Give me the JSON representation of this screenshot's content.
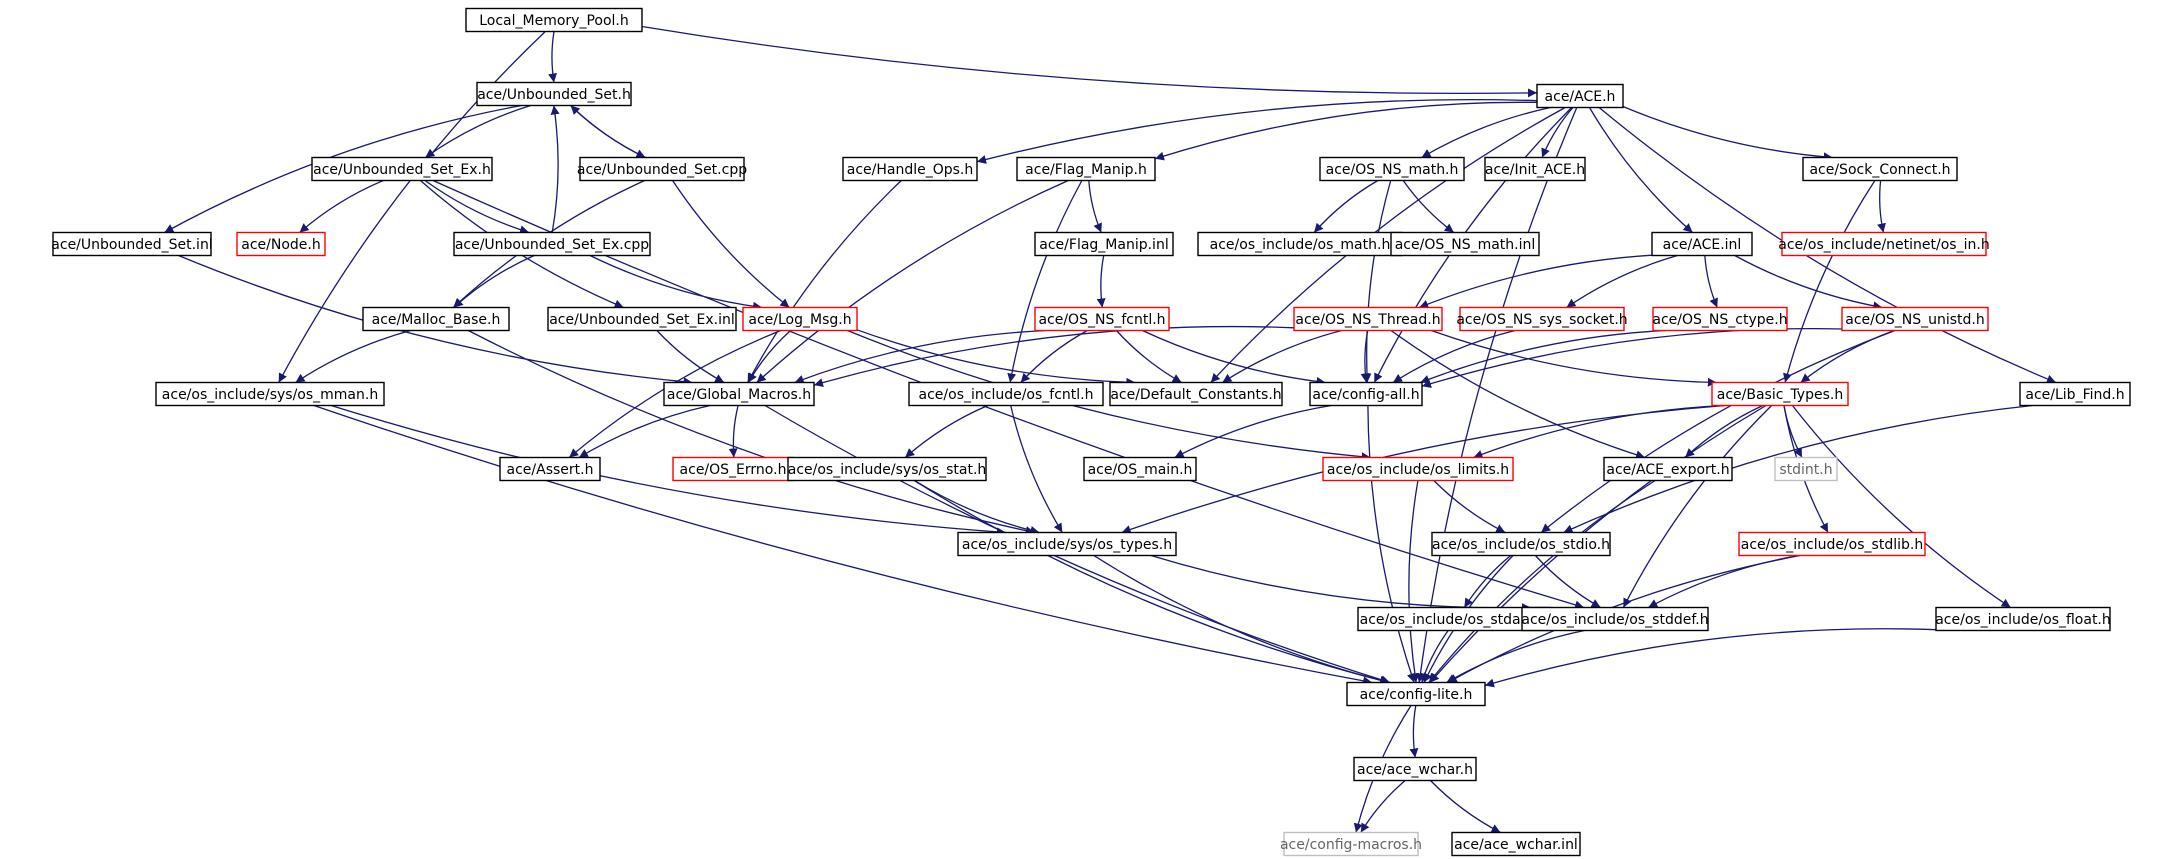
{
  "colors": {
    "edge": "#191970",
    "node_border_normal": "#000000",
    "node_border_incomplete": "#ff0000",
    "node_border_external": "#bfbfbf",
    "node_fill_root": "#bfbfbf",
    "node_fill": "#ffffff",
    "text": "#000000",
    "text_external": "#666666"
  },
  "graph": {
    "nodes": [
      {
        "id": "root",
        "label": "Local_Memory_Pool.h",
        "kind": "root"
      },
      {
        "id": "unbset",
        "label": "ace/Unbounded_Set.h",
        "kind": "normal"
      },
      {
        "id": "ace",
        "label": "ace/ACE.h",
        "kind": "normal"
      },
      {
        "id": "unbsetex",
        "label": "ace/Unbounded_Set_Ex.h",
        "kind": "normal"
      },
      {
        "id": "unbsetcpp",
        "label": "ace/Unbounded_Set.cpp",
        "kind": "normal"
      },
      {
        "id": "handleops",
        "label": "ace/Handle_Ops.h",
        "kind": "normal"
      },
      {
        "id": "flagmanip",
        "label": "ace/Flag_Manip.h",
        "kind": "normal"
      },
      {
        "id": "osnsmath",
        "label": "ace/OS_NS_math.h",
        "kind": "normal"
      },
      {
        "id": "initace",
        "label": "ace/Init_ACE.h",
        "kind": "normal"
      },
      {
        "id": "sockconnect",
        "label": "ace/Sock_Connect.h",
        "kind": "normal"
      },
      {
        "id": "unbsetinl",
        "label": "ace/Unbounded_Set.inl",
        "kind": "normal"
      },
      {
        "id": "node",
        "label": "ace/Node.h",
        "kind": "incomplete"
      },
      {
        "id": "unbsetexcpp",
        "label": "ace/Unbounded_Set_Ex.cpp",
        "kind": "normal"
      },
      {
        "id": "flagmanipinl",
        "label": "ace/Flag_Manip.inl",
        "kind": "normal"
      },
      {
        "id": "osmath",
        "label": "ace/os_include/os_math.h",
        "kind": "normal"
      },
      {
        "id": "osnsmathinl",
        "label": "ace/OS_NS_math.inl",
        "kind": "normal"
      },
      {
        "id": "aceinl",
        "label": "ace/ACE.inl",
        "kind": "normal"
      },
      {
        "id": "osin",
        "label": "ace/os_include/netinet/os_in.h",
        "kind": "incomplete"
      },
      {
        "id": "mallocbase",
        "label": "ace/Malloc_Base.h",
        "kind": "normal"
      },
      {
        "id": "unbsetexinl",
        "label": "ace/Unbounded_Set_Ex.inl",
        "kind": "normal"
      },
      {
        "id": "logmsg",
        "label": "ace/Log_Msg.h",
        "kind": "incomplete"
      },
      {
        "id": "osnsfcntl",
        "label": "ace/OS_NS_fcntl.h",
        "kind": "incomplete"
      },
      {
        "id": "osnsthread",
        "label": "ace/OS_NS_Thread.h",
        "kind": "incomplete"
      },
      {
        "id": "osnssyssocket",
        "label": "ace/OS_NS_sys_socket.h",
        "kind": "incomplete"
      },
      {
        "id": "osnsctype",
        "label": "ace/OS_NS_ctype.h",
        "kind": "incomplete"
      },
      {
        "id": "osnsunistd",
        "label": "ace/OS_NS_unistd.h",
        "kind": "incomplete"
      },
      {
        "id": "osmman",
        "label": "ace/os_include/sys/os_mman.h",
        "kind": "normal"
      },
      {
        "id": "globalmacros",
        "label": "ace/Global_Macros.h",
        "kind": "normal"
      },
      {
        "id": "osfcntl",
        "label": "ace/os_include/os_fcntl.h",
        "kind": "normal"
      },
      {
        "id": "defconst",
        "label": "ace/Default_Constants.h",
        "kind": "normal"
      },
      {
        "id": "configall",
        "label": "ace/config-all.h",
        "kind": "normal"
      },
      {
        "id": "basictypes",
        "label": "ace/Basic_Types.h",
        "kind": "incomplete"
      },
      {
        "id": "libfind",
        "label": "ace/Lib_Find.h",
        "kind": "normal"
      },
      {
        "id": "assert",
        "label": "ace/Assert.h",
        "kind": "normal"
      },
      {
        "id": "oserrno",
        "label": "ace/OS_Errno.h",
        "kind": "incomplete"
      },
      {
        "id": "osstat",
        "label": "ace/os_include/sys/os_stat.h",
        "kind": "normal"
      },
      {
        "id": "osmain",
        "label": "ace/OS_main.h",
        "kind": "normal"
      },
      {
        "id": "oslimits",
        "label": "ace/os_include/os_limits.h",
        "kind": "incomplete"
      },
      {
        "id": "aceexport",
        "label": "ace/ACE_export.h",
        "kind": "normal"
      },
      {
        "id": "stdint",
        "label": "stdint.h",
        "kind": "external"
      },
      {
        "id": "ostypes",
        "label": "ace/os_include/sys/os_types.h",
        "kind": "normal"
      },
      {
        "id": "osstdio",
        "label": "ace/os_include/os_stdio.h",
        "kind": "normal"
      },
      {
        "id": "osstdlib",
        "label": "ace/os_include/os_stdlib.h",
        "kind": "incomplete"
      },
      {
        "id": "osstdarg",
        "label": "ace/os_include/os_stdarg.h",
        "kind": "normal"
      },
      {
        "id": "osstddef",
        "label": "ace/os_include/os_stddef.h",
        "kind": "normal"
      },
      {
        "id": "osfloat",
        "label": "ace/os_include/os_float.h",
        "kind": "normal"
      },
      {
        "id": "configlite",
        "label": "ace/config-lite.h",
        "kind": "normal"
      },
      {
        "id": "acewchar",
        "label": "ace/ace_wchar.h",
        "kind": "normal"
      },
      {
        "id": "configmacros",
        "label": "ace/config-macros.h",
        "kind": "external"
      },
      {
        "id": "acewcharinl",
        "label": "ace/ace_wchar.inl",
        "kind": "normal"
      }
    ],
    "edges": [
      [
        "root",
        "unbset"
      ],
      [
        "root",
        "ace"
      ],
      [
        "root",
        "osmman"
      ],
      [
        "unbset",
        "unbsetex"
      ],
      [
        "unbset",
        "unbsetinl"
      ],
      [
        "unbset",
        "unbsetcpp"
      ],
      [
        "unbsetcpp",
        "unbset"
      ],
      [
        "unbsetcpp",
        "mallocbase"
      ],
      [
        "unbsetcpp",
        "logmsg"
      ],
      [
        "unbsetex",
        "node"
      ],
      [
        "unbsetex",
        "unbsetexcpp"
      ],
      [
        "unbsetex",
        "unbsetexinl"
      ],
      [
        "unbsetex",
        "osstddef"
      ],
      [
        "unbsetexcpp",
        "unbset"
      ],
      [
        "unbsetexcpp",
        "mallocbase"
      ],
      [
        "unbsetexcpp",
        "logmsg"
      ],
      [
        "unbsetinl",
        "globalmacros"
      ],
      [
        "mallocbase",
        "osmman"
      ],
      [
        "mallocbase",
        "ostypes"
      ],
      [
        "unbsetexinl",
        "globalmacros"
      ],
      [
        "logmsg",
        "globalmacros"
      ],
      [
        "logmsg",
        "assert"
      ],
      [
        "logmsg",
        "defconst"
      ],
      [
        "logmsg",
        "oslimits"
      ],
      [
        "ace",
        "handleops"
      ],
      [
        "ace",
        "flagmanip"
      ],
      [
        "ace",
        "osnsmath"
      ],
      [
        "ace",
        "initace"
      ],
      [
        "ace",
        "sockconnect"
      ],
      [
        "ace",
        "aceinl"
      ],
      [
        "ace",
        "libfind"
      ],
      [
        "ace",
        "configlite"
      ],
      [
        "ace",
        "defconst"
      ],
      [
        "ace",
        "configall"
      ],
      [
        "handleops",
        "globalmacros"
      ],
      [
        "flagmanip",
        "flagmanipinl"
      ],
      [
        "flagmanip",
        "globalmacros"
      ],
      [
        "flagmanip",
        "osfcntl"
      ],
      [
        "flagmanipinl",
        "osnsfcntl"
      ],
      [
        "osnsmath",
        "osmath"
      ],
      [
        "osnsmath",
        "osnsmathinl"
      ],
      [
        "osnsmath",
        "configall"
      ],
      [
        "sockconnect",
        "osin"
      ],
      [
        "sockconnect",
        "basictypes"
      ],
      [
        "aceinl",
        "osnsthread"
      ],
      [
        "aceinl",
        "osnssyssocket"
      ],
      [
        "aceinl",
        "osnsctype"
      ],
      [
        "aceinl",
        "osnsunistd"
      ],
      [
        "osnsfcntl",
        "osfcntl"
      ],
      [
        "osnsfcntl",
        "globalmacros"
      ],
      [
        "osnsfcntl",
        "defconst"
      ],
      [
        "osnsfcntl",
        "configall"
      ],
      [
        "osnsthread",
        "globalmacros"
      ],
      [
        "osnsthread",
        "defconst"
      ],
      [
        "osnsthread",
        "configall"
      ],
      [
        "osnsthread",
        "basictypes"
      ],
      [
        "osnsthread",
        "aceexport"
      ],
      [
        "osnssyssocket",
        "configall"
      ],
      [
        "osnsctype",
        "configall"
      ],
      [
        "osnsunistd",
        "configall"
      ],
      [
        "osnsunistd",
        "basictypes"
      ],
      [
        "osnsunistd",
        "osstdio"
      ],
      [
        "osmman",
        "ostypes"
      ],
      [
        "osmman",
        "configlite"
      ],
      [
        "globalmacros",
        "assert"
      ],
      [
        "globalmacros",
        "oserrno"
      ],
      [
        "globalmacros",
        "configlite"
      ],
      [
        "osfcntl",
        "osstat"
      ],
      [
        "osfcntl",
        "ostypes"
      ],
      [
        "configall",
        "osmain"
      ],
      [
        "configall",
        "configlite"
      ],
      [
        "basictypes",
        "oslimits"
      ],
      [
        "basictypes",
        "aceexport"
      ],
      [
        "basictypes",
        "stdint"
      ],
      [
        "basictypes",
        "osstdlib"
      ],
      [
        "basictypes",
        "ostypes"
      ],
      [
        "basictypes",
        "osstddef"
      ],
      [
        "basictypes",
        "osfloat"
      ],
      [
        "basictypes",
        "configlite"
      ],
      [
        "libfind",
        "osstdio"
      ],
      [
        "osstat",
        "ostypes"
      ],
      [
        "osstat",
        "configlite"
      ],
      [
        "oslimits",
        "osstdio"
      ],
      [
        "oslimits",
        "configlite"
      ],
      [
        "aceexport",
        "configlite"
      ],
      [
        "ostypes",
        "osstddef"
      ],
      [
        "ostypes",
        "configlite"
      ],
      [
        "osstdio",
        "osstdarg"
      ],
      [
        "osstdio",
        "osstddef"
      ],
      [
        "osstdio",
        "configlite"
      ],
      [
        "osstdlib",
        "osstddef"
      ],
      [
        "osstdlib",
        "configlite"
      ],
      [
        "osstdarg",
        "configlite"
      ],
      [
        "osstddef",
        "configlite"
      ],
      [
        "osfloat",
        "configlite"
      ],
      [
        "configlite",
        "acewchar"
      ],
      [
        "configlite",
        "configmacros"
      ],
      [
        "acewchar",
        "configmacros"
      ],
      [
        "acewchar",
        "acewcharinl"
      ]
    ]
  }
}
